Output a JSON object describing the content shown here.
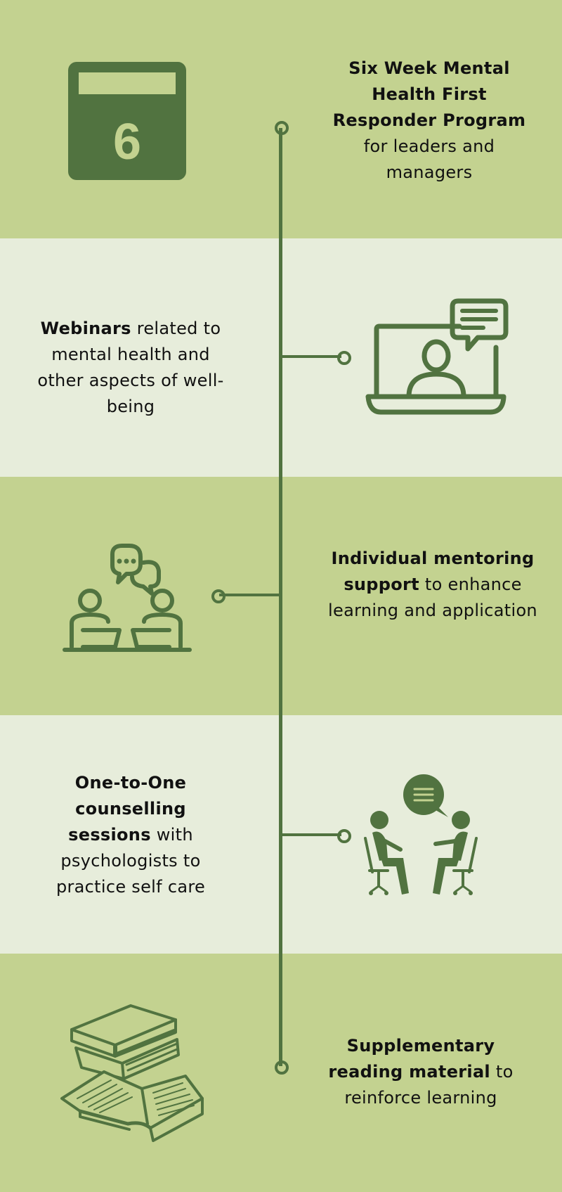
{
  "colors": {
    "band_dark": "#c3d290",
    "band_light": "#e7eddb",
    "accent": "#517340",
    "calendar_number": "#c3d290"
  },
  "items": [
    {
      "bold": "Six Week Mental Health First Responder Program",
      "rest": "for leaders and managers",
      "icon": "calendar-icon",
      "icon_text": "6"
    },
    {
      "bold": "Webinars",
      "rest": "related to mental health and other aspects of well-being",
      "icon": "video-call-laptop-icon"
    },
    {
      "bold": "Individual mentoring support",
      "rest": "to enhance learning and application",
      "icon": "mentoring-chat-icon"
    },
    {
      "bold": "One-to-One counselling sessions",
      "rest": "with psychologists to practice self care",
      "icon": "counselling-session-icon"
    },
    {
      "bold": "Supplementary reading material",
      "rest": "to reinforce learning",
      "icon": "books-icon"
    }
  ]
}
